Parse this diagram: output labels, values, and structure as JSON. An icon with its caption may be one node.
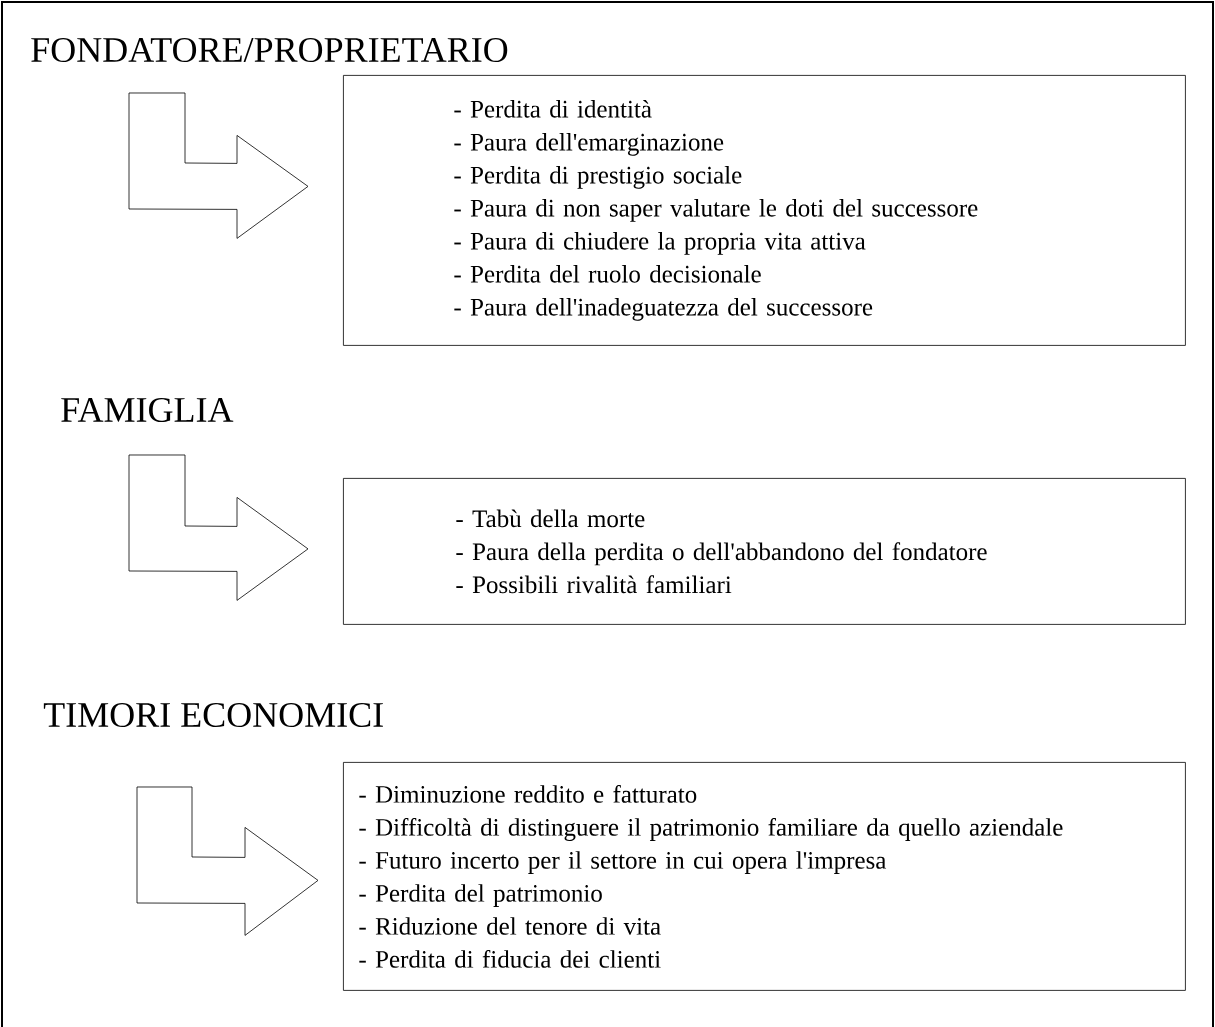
{
  "diagram": {
    "nodes": [
      {
        "text": [
          "FONDATORE/PROPRIETARIO"
        ]
      },
      {
        "text": [
          "- Perdita di identità",
          "- Paura dell'emarginazione",
          "- Perdita di prestigio sociale",
          "- Paura di non saper valutare le doti del successore",
          "- Paura di chiudere la propria vita attiva",
          "- Perdita del ruolo decisionale",
          "- Paura dell'inadeguatezza del successore"
        ]
      },
      {
        "text": [
          "FAMIGLIA"
        ]
      },
      {
        "text": [
          "- Tabù della morte",
          "- Paura della perdita o dell'abbandono del fondatore",
          "- Possibili rivalità familiari"
        ]
      },
      {
        "text": [
          "TIMORI ECONOMICI"
        ]
      },
      {
        "text": [
          "- Diminuzione reddito e fatturato",
          "- Difficoltà di distinguere il patrimonio familiare da quello aziendale",
          "- Futuro incerto per il settore in cui opera l'impresa",
          "- Perdita del patrimonio",
          "- Riduzione del tenore di vita",
          "- Perdita di fiducia dei clienti"
        ]
      }
    ],
    "edges": [
      {
        "from": 0,
        "to": 1,
        "arrow": "to"
      },
      {
        "from": 2,
        "to": 3,
        "arrow": "to"
      },
      {
        "from": 4,
        "to": 5,
        "arrow": "to"
      }
    ]
  }
}
